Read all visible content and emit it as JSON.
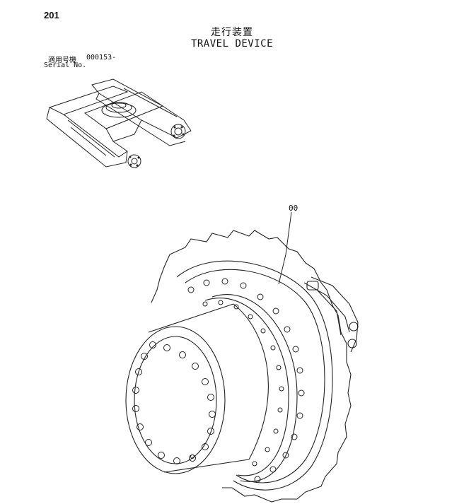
{
  "page_number": "201",
  "title_jp": "走行装置",
  "title_en": "TRAVEL DEVICE",
  "serial": {
    "label_jp": "適用号機",
    "label_en": "Serial No.",
    "value": "000153-"
  },
  "callouts": [
    "00"
  ]
}
